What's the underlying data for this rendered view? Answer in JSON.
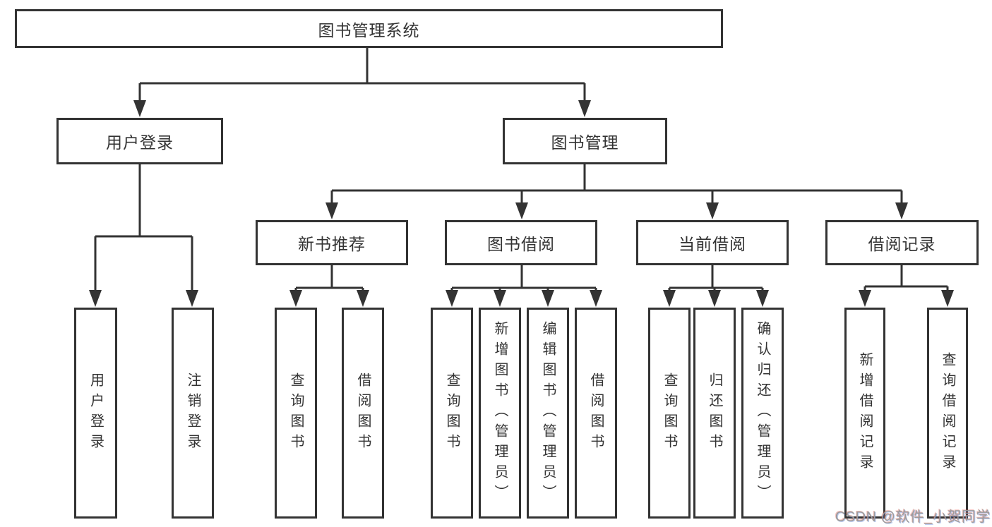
{
  "nodes": {
    "root": "图书管理系统",
    "login_group": "用户登录",
    "book_mgmt": "图书管理",
    "new_book_rec": "新书推荐",
    "book_borrow": "图书借阅",
    "current_borrow": "当前借阅",
    "borrow_records": "借阅记录",
    "leaf_user_login": "用户登录",
    "leaf_logout": "注销登录",
    "leaf_nbr_query_books": "查询图书",
    "leaf_nbr_borrow_books": "借阅图书",
    "leaf_bb_query_books": "查询图书",
    "leaf_bb_add_books": "新增图书（管理员）",
    "leaf_bb_edit_books": "编辑图书（管理员）",
    "leaf_bb_borrow_books": "借阅图书",
    "leaf_cb_query_books": "查询图书",
    "leaf_cb_return_books": "归还图书",
    "leaf_cb_confirm_return": "确认归还（管理员）",
    "leaf_br_add_record": "新增借阅记录",
    "leaf_br_query_record": "查询借阅记录"
  },
  "watermark": "CSDN @软件_小贺同学",
  "colors": {
    "line": "#333333",
    "box_border": "#333333",
    "text": "#333333",
    "watermark": "#9c9c9c",
    "background": "#ffffff"
  }
}
